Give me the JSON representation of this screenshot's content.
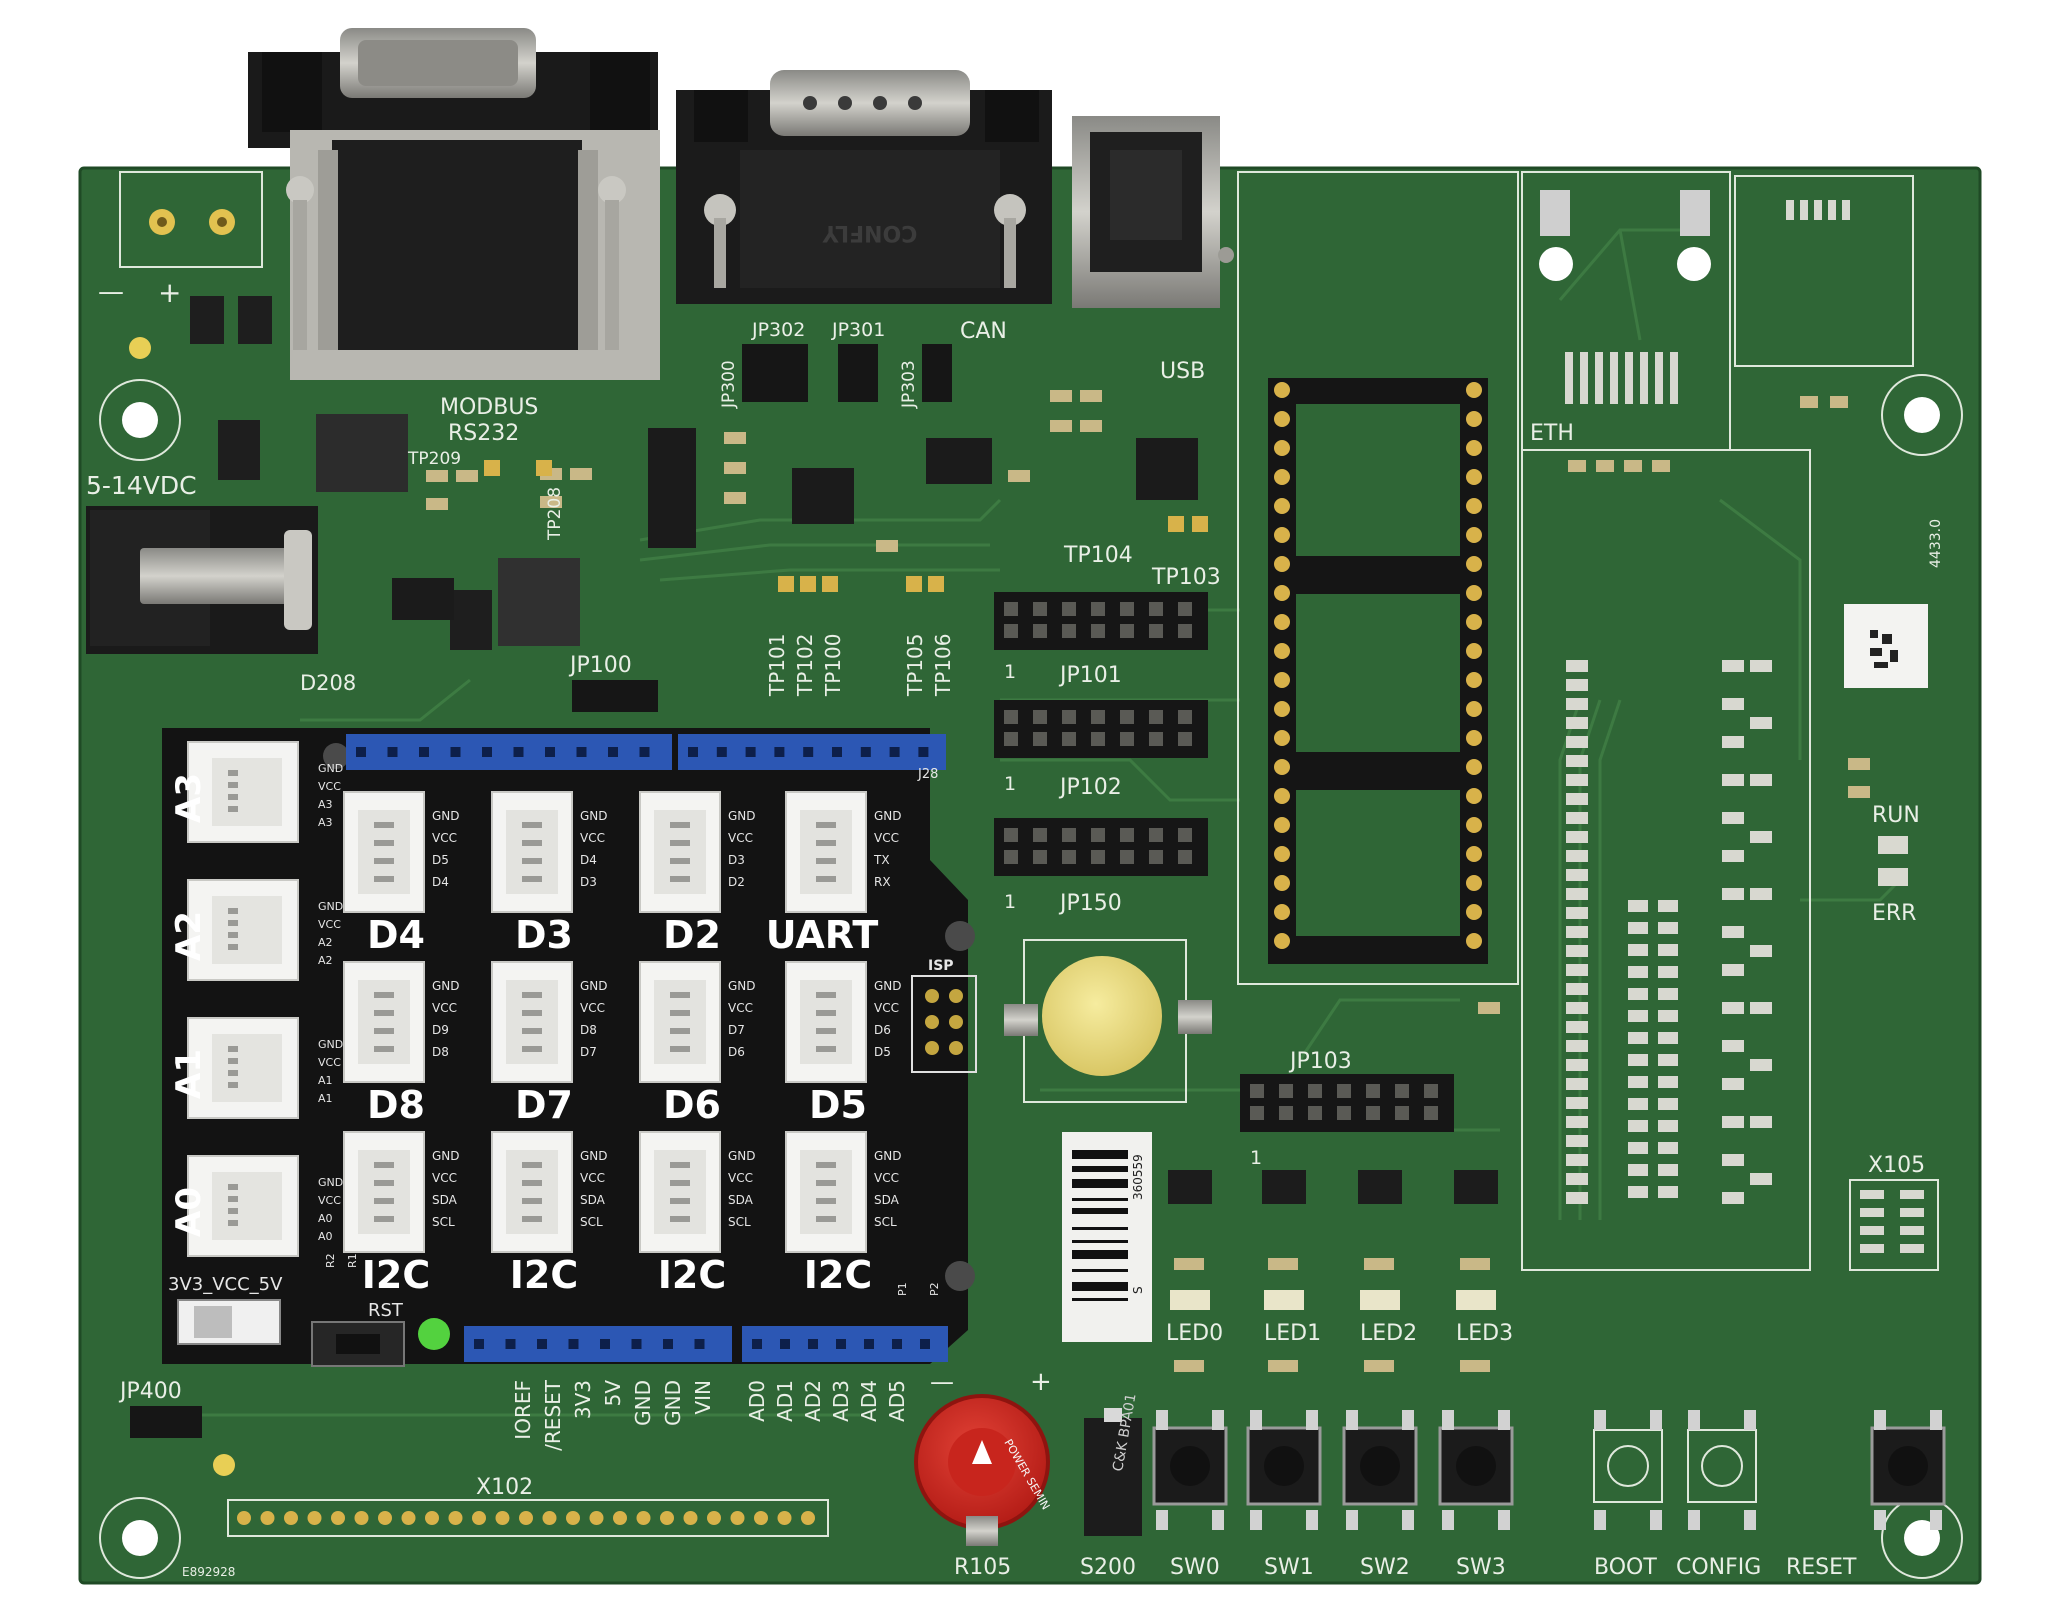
{
  "board": {
    "colors": {
      "pcb": "#2f6636",
      "shield": "#131313",
      "header_blue": "#2c57b4",
      "gold": "#d8b24a",
      "silk": "#e9efe6"
    },
    "connectors": {
      "modbus": "MODBUS",
      "rs232": "RS232",
      "can": "CAN",
      "usb": "USB",
      "eth": "ETH"
    },
    "power": {
      "input": "5-14VDC",
      "minus": "—",
      "plus": "+"
    },
    "jumpers": [
      "JP302",
      "JP301",
      "JP300",
      "JP303",
      "JP100",
      "JP101",
      "JP102",
      "JP150",
      "JP103",
      "JP400"
    ],
    "testpoints": [
      "TP209",
      "TP208",
      "TP104",
      "TP103",
      "TP101",
      "TP102",
      "TP100",
      "TP105",
      "TP106"
    ],
    "refdes": {
      "d208": "D208",
      "x102": "X102",
      "x105": "X105",
      "r105": "R105",
      "s200": "S200",
      "code": "E892928",
      "pcb_ver": "4433.0",
      "one": "1"
    },
    "status": {
      "run": "RUN",
      "err": "ERR"
    },
    "leds": [
      "LED0",
      "LED1",
      "LED2",
      "LED3"
    ],
    "switches": [
      "SW0",
      "SW1",
      "SW2",
      "SW3"
    ],
    "buttons": [
      "BOOT",
      "CONFIG",
      "RESET"
    ],
    "barcode": {
      "number": "360559",
      "letter": "S"
    },
    "switch_label": "C&K BPA01",
    "pot_label": "POWER SEMIN"
  },
  "shield": {
    "header_label": "J28",
    "analog_ports": [
      "A3",
      "A2",
      "A1",
      "A0"
    ],
    "grove_ports": [
      {
        "name": "D4",
        "pins": [
          "GND",
          "VCC",
          "D5",
          "D4"
        ]
      },
      {
        "name": "D3",
        "pins": [
          "GND",
          "VCC",
          "D4",
          "D3"
        ]
      },
      {
        "name": "D2",
        "pins": [
          "GND",
          "VCC",
          "D3",
          "D2"
        ]
      },
      {
        "name": "UART",
        "pins": [
          "GND",
          "VCC",
          "TX",
          "RX"
        ]
      },
      {
        "name": "D8",
        "pins": [
          "GND",
          "VCC",
          "D9",
          "D8"
        ]
      },
      {
        "name": "D7",
        "pins": [
          "GND",
          "VCC",
          "D8",
          "D7"
        ]
      },
      {
        "name": "D6",
        "pins": [
          "GND",
          "VCC",
          "D7",
          "D6"
        ]
      },
      {
        "name": "D5",
        "pins": [
          "GND",
          "VCC",
          "D6",
          "D5"
        ]
      },
      {
        "name": "I2C",
        "pins": [
          "GND",
          "VCC",
          "SDA",
          "SCL"
        ]
      },
      {
        "name": "I2C",
        "pins": [
          "GND",
          "VCC",
          "SDA",
          "SCL"
        ]
      },
      {
        "name": "I2C",
        "pins": [
          "GND",
          "VCC",
          "SDA",
          "SCL"
        ]
      },
      {
        "name": "I2C",
        "pins": [
          "GND",
          "VCC",
          "SDA",
          "SCL"
        ]
      }
    ],
    "isp": "ISP",
    "voltage_select": "3V3_VCC_5V",
    "reset": "RST",
    "small": [
      "R2",
      "R1",
      "P1",
      "P2"
    ],
    "power_pins": [
      "IOREF",
      "/RESET",
      "3V3",
      "5V",
      "GND",
      "GND",
      "VIN"
    ],
    "analog_pins": [
      "AD0",
      "AD1",
      "AD2",
      "AD3",
      "AD4",
      "AD5"
    ]
  }
}
